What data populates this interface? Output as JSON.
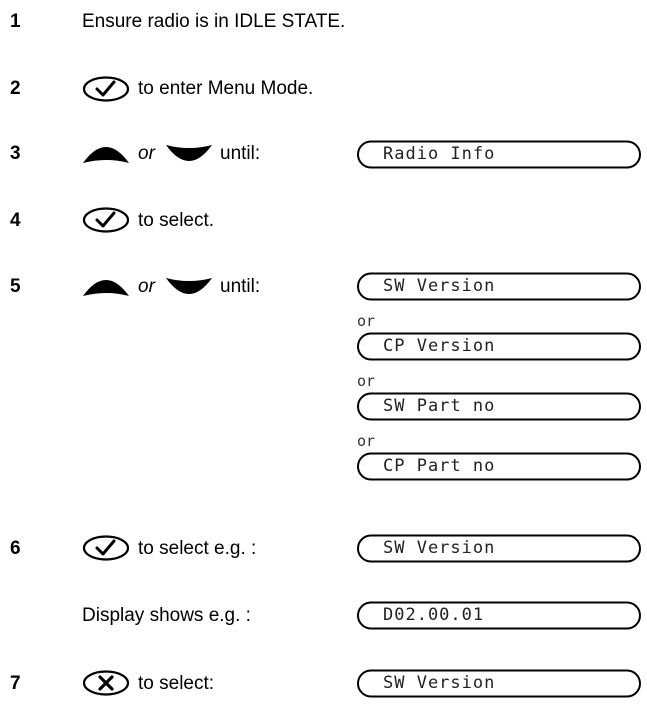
{
  "steps": [
    {
      "num": "1",
      "text": "Ensure radio is in IDLE STATE."
    },
    {
      "num": "2",
      "text": "to enter Menu Mode."
    },
    {
      "num": "3",
      "or": "or",
      "text": "until:"
    },
    {
      "num": "4",
      "text": "to select."
    },
    {
      "num": "5",
      "or": "or",
      "text": "until:"
    },
    {
      "num": "6",
      "text": "to select e.g. :"
    },
    {
      "num": "",
      "text": "Display shows e.g. :"
    },
    {
      "num": "7",
      "text": "to select:"
    }
  ],
  "displays": {
    "radio_info": "Radio Info",
    "sw_version_a": "SW Version",
    "cp_version": "CP Version",
    "sw_part_no": "SW Part no",
    "cp_part_no": "CP Part no",
    "sw_version_b": "SW Version",
    "d_version": "D02.00.01",
    "sw_version_c": "SW Version"
  },
  "or_label": "or",
  "icons": {
    "ok": "check-mark-button-icon",
    "up": "up-arrow-key-icon",
    "down": "down-arrow-key-icon",
    "cancel": "x-button-icon"
  }
}
